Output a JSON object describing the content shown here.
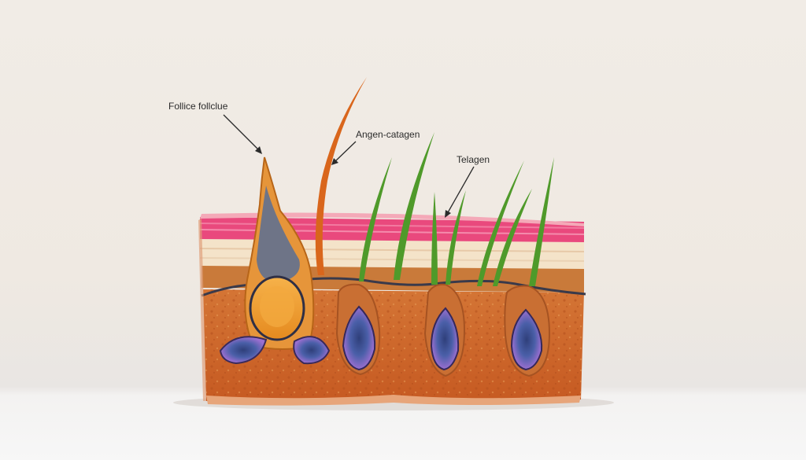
{
  "labels": {
    "follicle": "Follice follclue",
    "anagen_catagen": "Angen-catagen",
    "telogen": "Telagen"
  },
  "colors": {
    "background": "#efe9e2",
    "stratum_pink": "#e9497d",
    "stratum_cream": "#f6e6cf",
    "dermis": "#c8642b",
    "dermis_light": "#d9823f",
    "bulb_orange": "#f09a2a",
    "papilla_purple": "#8d5fc4",
    "papilla_blue": "#3b4d88",
    "hair_green": "#4f9a2a",
    "hair_orange": "#d9661c"
  },
  "icons": [
    "arrow-pointer-icon"
  ]
}
